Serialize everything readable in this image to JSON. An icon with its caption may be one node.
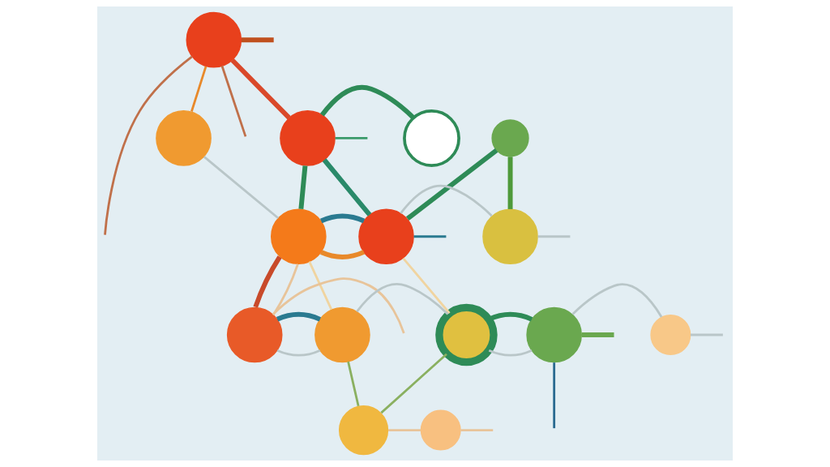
{
  "diagram": {
    "nodes": [
      {
        "text": [],
        "shape": "circle"
      },
      {
        "text": [],
        "shape": "circle"
      },
      {
        "text": [],
        "shape": "circle"
      },
      {
        "text": [],
        "shape": "circle"
      },
      {
        "text": [],
        "shape": "circle"
      },
      {
        "text": [],
        "shape": "circle"
      },
      {
        "text": [],
        "shape": "circle"
      },
      {
        "text": [],
        "shape": "circle"
      },
      {
        "text": [],
        "shape": "circle"
      },
      {
        "text": [],
        "shape": "circle"
      },
      {
        "text": [],
        "shape": "circle"
      },
      {
        "text": [],
        "shape": "circle"
      },
      {
        "text": [],
        "shape": "circle"
      },
      {
        "text": [],
        "shape": "circle"
      },
      {
        "text": [],
        "shape": "circle"
      }
    ],
    "edges": [
      {
        "from": 0,
        "to": 1,
        "arrow": "none",
        "color": "#e8892a"
      },
      {
        "from": 0,
        "to": 2,
        "arrow": "none",
        "style": "thick",
        "color": "#d9482a"
      },
      {
        "from": 0,
        "to": null,
        "arrow": "none",
        "color": "#c0704a"
      },
      {
        "from": 0,
        "to": null,
        "arrow": "none",
        "color": "#c0704a"
      },
      {
        "from": 0,
        "to": null,
        "arrow": "none",
        "style": "thick",
        "color": "#c0501e"
      },
      {
        "from": 2,
        "to": 3,
        "arrow": "none",
        "style": "thick",
        "color": "#2e8b57"
      },
      {
        "from": 2,
        "to": null,
        "arrow": "none",
        "color": "#3a9a6a"
      },
      {
        "from": 2,
        "to": 5,
        "arrow": "none",
        "style": "thick",
        "color": "#2e8b57"
      },
      {
        "from": 2,
        "to": 6,
        "arrow": "none",
        "style": "thick",
        "color": "#2a8a6a"
      },
      {
        "from": 4,
        "to": 6,
        "arrow": "none",
        "style": "thick",
        "color": "#2e8b57"
      },
      {
        "from": 4,
        "to": 7,
        "arrow": "none",
        "style": "thick",
        "color": "#4f9a3a"
      },
      {
        "from": 1,
        "to": 5,
        "arrow": "none"
      },
      {
        "from": 5,
        "to": 6,
        "arrow": "none",
        "style": "thick",
        "color": "#e8892a"
      },
      {
        "from": 5,
        "to": 6,
        "arrow": "none",
        "style": "thick",
        "color": "#2a7a90"
      },
      {
        "from": 5,
        "to": 8,
        "arrow": "none",
        "style": "thick",
        "color": "#c84a2a"
      },
      {
        "from": 5,
        "to": 8,
        "arrow": "none",
        "color": "#e8c49a"
      },
      {
        "from": 5,
        "to": 9,
        "arrow": "none",
        "color": "#f0d4a0"
      },
      {
        "from": 6,
        "to": 7,
        "arrow": "none"
      },
      {
        "from": 6,
        "to": null,
        "arrow": "none",
        "color": "#2a7a90"
      },
      {
        "from": 6,
        "to": 10,
        "arrow": "none",
        "color": "#f0d4a0"
      },
      {
        "from": 7,
        "to": null,
        "arrow": "none"
      },
      {
        "from": 8,
        "to": 9,
        "arrow": "none"
      },
      {
        "from": 8,
        "to": 9,
        "arrow": "none",
        "style": "thick",
        "color": "#2a7a90"
      },
      {
        "from": 8,
        "to": null,
        "arrow": "none",
        "color": "#e8c49a"
      },
      {
        "from": 9,
        "to": 10,
        "arrow": "none"
      },
      {
        "from": 9,
        "to": 13,
        "arrow": "none",
        "color": "#8ab060"
      },
      {
        "from": 10,
        "to": 11,
        "arrow": "none"
      },
      {
        "from": 10,
        "to": 13,
        "arrow": "none",
        "color": "#8ab060"
      },
      {
        "from": 10,
        "to": 11,
        "arrow": "none",
        "style": "thick",
        "color": "#2e8b57"
      },
      {
        "from": 11,
        "to": 12,
        "arrow": "none"
      },
      {
        "from": 11,
        "to": null,
        "arrow": "none",
        "color": "#2a6a90"
      },
      {
        "from": 11,
        "to": null,
        "arrow": "none",
        "style": "thick",
        "color": "#6aa84f"
      },
      {
        "from": 12,
        "to": null,
        "arrow": "none"
      },
      {
        "from": 13,
        "to": 14,
        "arrow": "none",
        "color": "#e8c49a"
      },
      {
        "from": 14,
        "to": null,
        "arrow": "none",
        "color": "#e8c49a"
      }
    ]
  }
}
